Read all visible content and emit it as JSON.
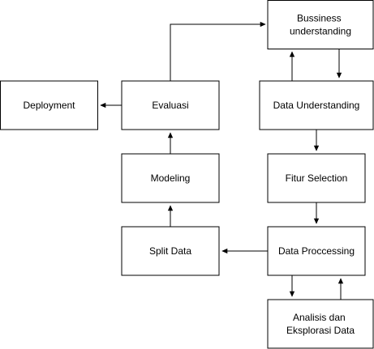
{
  "nodes": {
    "business_understanding": [
      "Bussiness",
      "understanding"
    ],
    "data_understanding": [
      "Data Understanding"
    ],
    "fitur_selection": [
      "Fitur Selection"
    ],
    "data_processing": [
      "Data Proccessing"
    ],
    "analisis_eksplorasi": [
      "Analisis dan",
      "Eksplorasi Data"
    ],
    "split_data": [
      "Split Data"
    ],
    "modeling": [
      "Modeling"
    ],
    "evaluasi": [
      "Evaluasi"
    ],
    "deployment": [
      "Deployment"
    ]
  }
}
